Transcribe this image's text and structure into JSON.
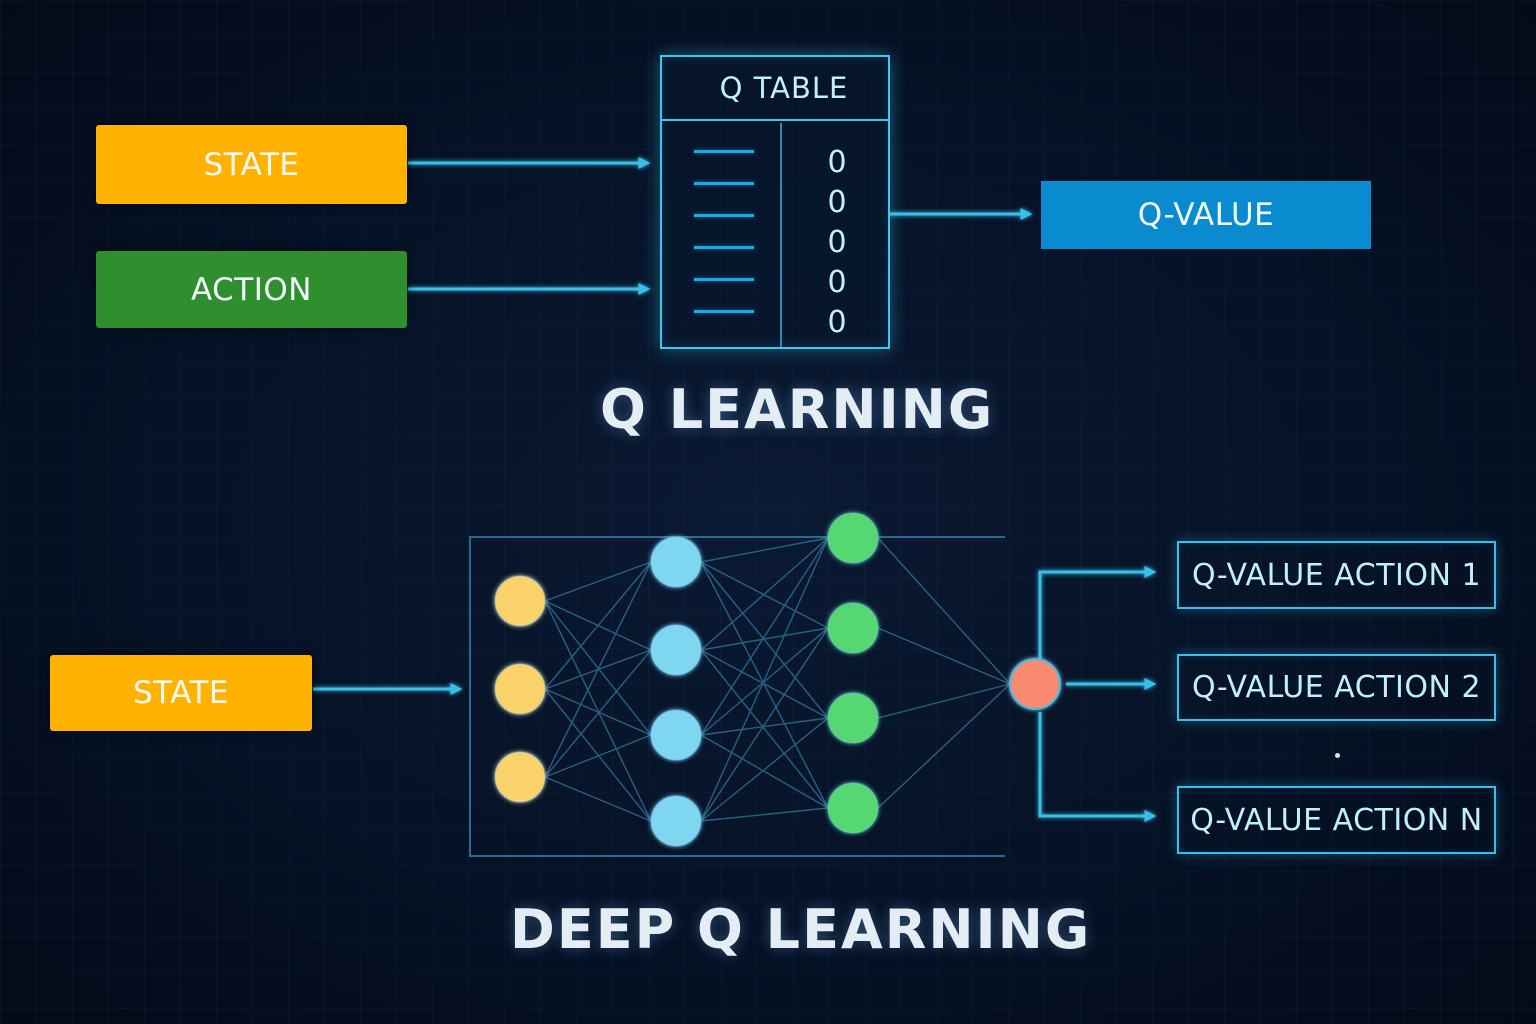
{
  "colors": {
    "state": "#ffb300",
    "action": "#2f8f2f",
    "q_value": "#0a8bd0",
    "accent": "#39c0ea",
    "input_node": "#f9d36b",
    "hidden1_node": "#7fd6f0",
    "hidden2_node": "#55d872",
    "output_node": "#fb8a6f"
  },
  "q_learning": {
    "title": "Q LEARNING",
    "state_label": "STATE",
    "action_label": "ACTION",
    "q_table": {
      "header": "Q TABLE",
      "values": [
        "0",
        "0",
        "0",
        "0",
        "0"
      ],
      "row_count": 6
    },
    "output_label": "Q-VALUE"
  },
  "deep_q_learning": {
    "title": "DEEP Q LEARNING",
    "state_label": "STATE",
    "network": {
      "layers": [
        3,
        4,
        4,
        1
      ],
      "layer_names": [
        "input",
        "hidden-1",
        "hidden-2",
        "output"
      ]
    },
    "outputs": [
      "Q-VALUE ACTION 1",
      "Q-VALUE ACTION 2",
      "Q-VALUE ACTION N"
    ],
    "ellipsis": "."
  }
}
